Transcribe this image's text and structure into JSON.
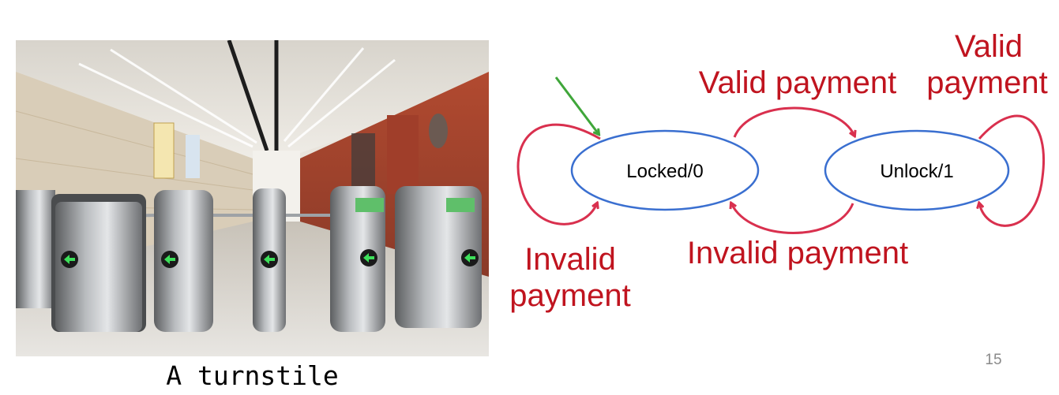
{
  "photo": {
    "caption": "A turnstile",
    "gate_arrow_icon": "left-arrow-icon"
  },
  "diagram": {
    "states": [
      {
        "id": "locked",
        "label": "Locked/0",
        "initial": true
      },
      {
        "id": "unlock",
        "label": "Unlock/1",
        "initial": false
      }
    ],
    "transitions": [
      {
        "from": "locked",
        "to": "unlock",
        "label": "Valid payment"
      },
      {
        "from": "unlock",
        "to": "locked",
        "label": "Invalid payment"
      },
      {
        "from": "locked",
        "to": "locked",
        "label_lines": [
          "Invalid",
          "payment"
        ]
      },
      {
        "from": "unlock",
        "to": "unlock",
        "label_lines": [
          "Valid",
          "payment"
        ]
      }
    ],
    "colors": {
      "state_outline": "#3a6fd0",
      "transition": "#d9304e",
      "transition_label": "#c0141f",
      "initial_arrow": "#3fa63a"
    }
  },
  "slide_number": "15"
}
